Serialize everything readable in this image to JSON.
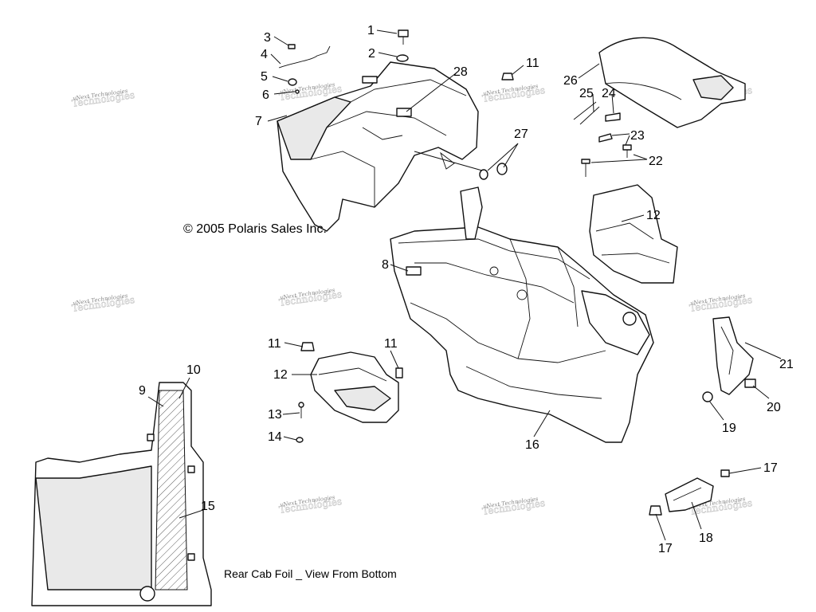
{
  "copyright": "© 2005 Polaris Sales Inc.",
  "view_caption": "Rear Cab Foil _ View From Bottom",
  "watermark": {
    "line1": "vNext Technologies",
    "line2": "Technologies"
  },
  "callouts": [
    "1",
    "2",
    "3",
    "4",
    "5",
    "6",
    "7",
    "8",
    "9",
    "10",
    "11",
    "11",
    "11",
    "12",
    "12",
    "13",
    "14",
    "15",
    "16",
    "17",
    "17",
    "18",
    "19",
    "20",
    "21",
    "22",
    "23",
    "24",
    "25",
    "26",
    "27",
    "28"
  ]
}
